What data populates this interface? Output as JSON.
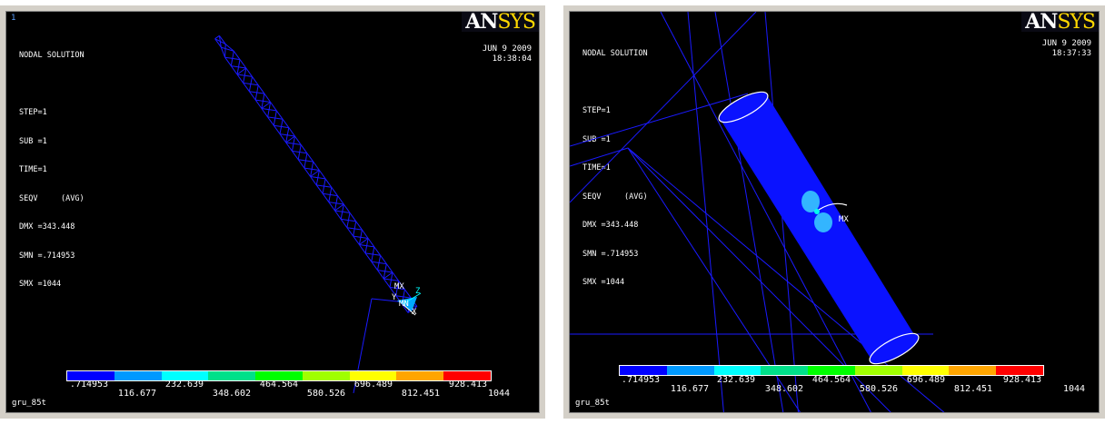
{
  "legend_colors": [
    "#0000ff",
    "#0099ff",
    "#00ffff",
    "#00e08a",
    "#00ff00",
    "#a0ff00",
    "#ffff00",
    "#ffa500",
    "#ff0000"
  ],
  "left": {
    "window_number": "1",
    "logo_a": "AN",
    "logo_b": "SYS",
    "info": [
      "NODAL SOLUTION",
      "",
      "STEP=1",
      "SUB =1",
      "TIME=1",
      "SEQV     (AVG)",
      "DMX =343.448",
      "SMN =.714953",
      "SMX =1044"
    ],
    "date": "JUN  9 2009",
    "time": "18:38:04",
    "labels": {
      "mx": "MX",
      "z": "Z",
      "y": "Y",
      "mn": "MN",
      "x": "X"
    },
    "jobname": "gru_85t",
    "ticks_top": [
      ".714953",
      "232.639",
      "464.564",
      "696.489",
      "928.413"
    ],
    "ticks_bottom": [
      "116.677",
      "348.602",
      "580.526",
      "812.451",
      "1044"
    ]
  },
  "right": {
    "logo_a": "AN",
    "logo_b": "SYS",
    "info": [
      "NODAL SOLUTION",
      "",
      "STEP=1",
      "SUB =1",
      "TIME=1",
      "SEQV     (AVG)",
      "DMX =343.448",
      "SMN =.714953",
      "SMX =1044"
    ],
    "date": "JUN  9 2009",
    "time": "18:37:33",
    "labels": {
      "mx": "MX"
    },
    "jobname": "gru_85t",
    "ticks_top": [
      ".714953",
      "232.639",
      "464.564",
      "696.489",
      "928.413"
    ],
    "ticks_bottom": [
      "116.677",
      "348.602",
      "580.526",
      "812.451",
      "1044"
    ]
  }
}
